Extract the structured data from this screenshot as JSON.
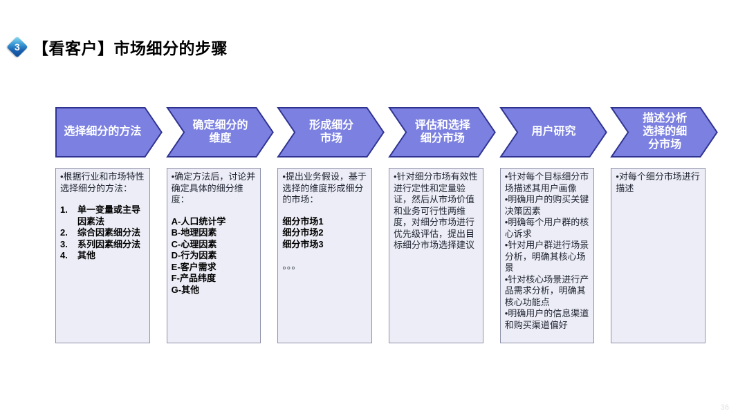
{
  "header": {
    "badge_number": "3",
    "title": "【看客户】市场细分的步骤"
  },
  "page": {
    "page_number": "36"
  },
  "colors": {
    "arrow_fill": "#7b80e1",
    "arrow_border": "#2f3390",
    "arrow_text": "#ffffff",
    "box_bg": "#ecedf6",
    "box_border": "#8e90a8",
    "box_text": "#1f2430",
    "badge_blue": "#1a62b2",
    "title_color": "#000000"
  },
  "steps": [
    {
      "arrow_label": "选择细分的方法",
      "box_blocks": [
        {
          "type": "p",
          "text": "•根据行业和市场特性选择细分的方法："
        },
        {
          "type": "gap"
        },
        {
          "type": "numbered",
          "items": [
            "单一变量或主导因素法",
            "综合因素细分法",
            "系列因素细分法",
            "其他"
          ]
        }
      ]
    },
    {
      "arrow_label": "确定细分的\n维度",
      "box_blocks": [
        {
          "type": "p",
          "text": "•确定方法后，讨论并确定具体的细分维度："
        },
        {
          "type": "gap"
        },
        {
          "type": "lines",
          "bold": true,
          "items": [
            "A-人口统计学",
            "B-地理因素",
            "C-心理因素",
            "D-行为因素",
            "E-客户需求",
            "F-产品纬度",
            "G-其他"
          ]
        }
      ]
    },
    {
      "arrow_label": "形成细分\n市场",
      "box_blocks": [
        {
          "type": "p",
          "text": "•提出业务假设，基于选择的维度形成细分的市场："
        },
        {
          "type": "gap"
        },
        {
          "type": "lines",
          "bold": true,
          "items": [
            "细分市场1",
            "细分市场2",
            "细分市场3"
          ]
        },
        {
          "type": "gap"
        },
        {
          "type": "p",
          "text": "。。。"
        }
      ]
    },
    {
      "arrow_label": "评估和选择\n细分市场",
      "box_blocks": [
        {
          "type": "p",
          "text": "•针对细分市场有效性进行定性和定量验证，然后从市场价值和业务可行性两维度，对细分市场进行优先级评估，提出目标细分市场选择建议"
        }
      ]
    },
    {
      "arrow_label": "用户研究",
      "box_blocks": [
        {
          "type": "lines",
          "items": [
            "•针对每个目标细分市场描述其用户画像",
            "•明确用户的购买关键决策因素",
            "•明确每个用户群的核心诉求",
            "•针对用户群进行场景分析，明确其核心场景",
            "•针对核心场景进行产品需求分析，明确其核心功能点",
            "•明确用户的信息渠道和购买渠道偏好"
          ]
        }
      ]
    },
    {
      "arrow_label": "描述分析\n选择的细\n分市场",
      "box_blocks": [
        {
          "type": "p",
          "text": "•对每个细分市场进行描述"
        }
      ]
    }
  ]
}
